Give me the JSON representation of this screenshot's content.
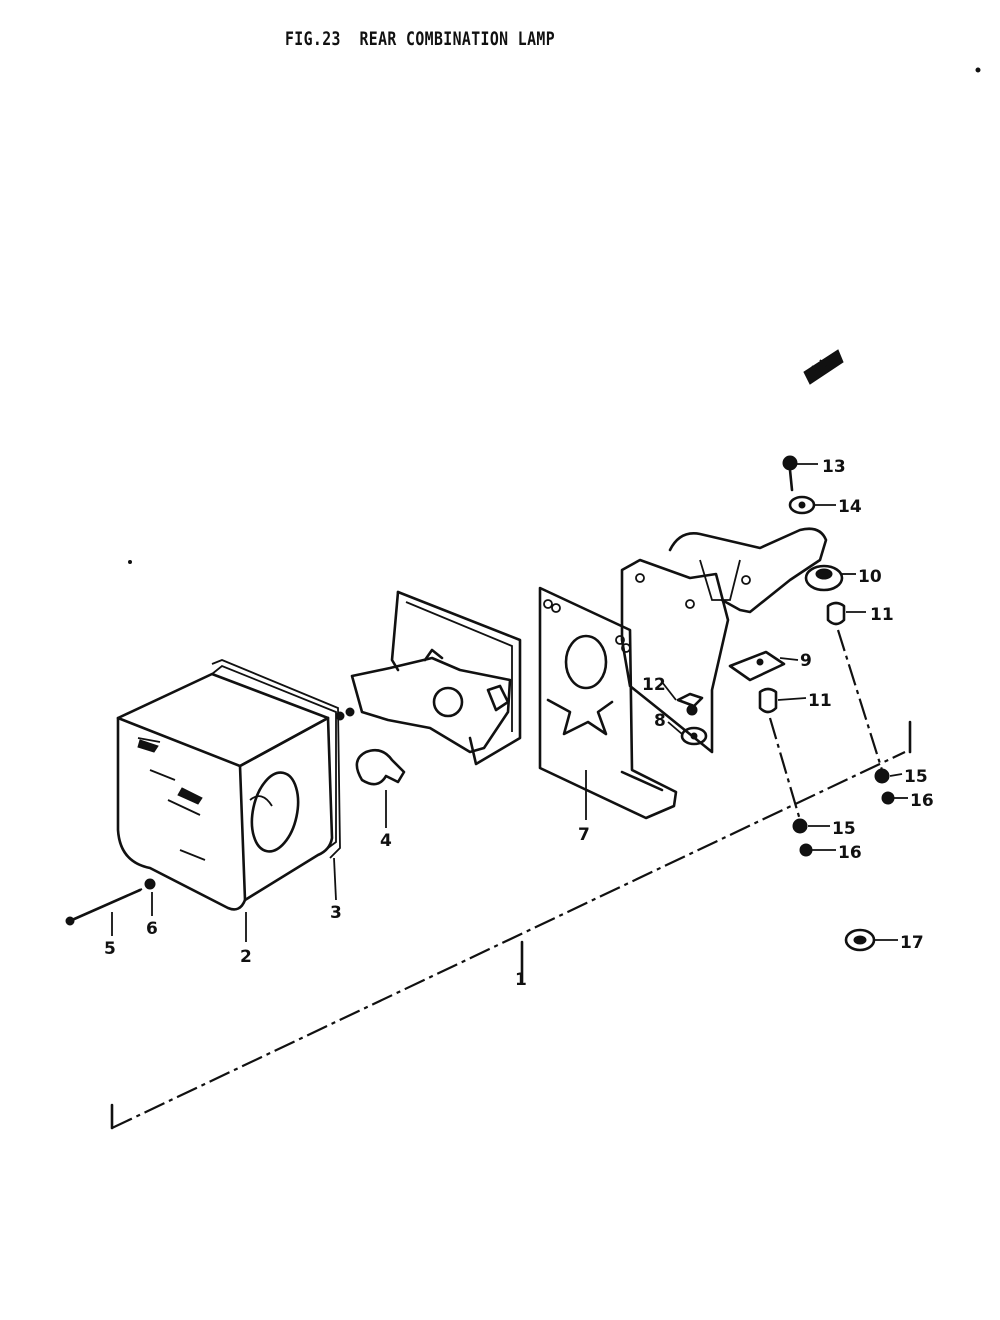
{
  "figure": {
    "title": "FIG.23  REAR COMBINATION LAMP"
  },
  "callouts": [
    {
      "id": "c1",
      "text": "1"
    },
    {
      "id": "c2",
      "text": "2"
    },
    {
      "id": "c3",
      "text": "3"
    },
    {
      "id": "c4",
      "text": "4"
    },
    {
      "id": "c5",
      "text": "5"
    },
    {
      "id": "c6",
      "text": "6"
    },
    {
      "id": "c7",
      "text": "7"
    },
    {
      "id": "c8",
      "text": "8"
    },
    {
      "id": "c9",
      "text": "9"
    },
    {
      "id": "c10",
      "text": "10"
    },
    {
      "id": "c11a",
      "text": "11"
    },
    {
      "id": "c11b",
      "text": "11"
    },
    {
      "id": "c12",
      "text": "12"
    },
    {
      "id": "c13",
      "text": "13"
    },
    {
      "id": "c14",
      "text": "14"
    },
    {
      "id": "c15a",
      "text": "15"
    },
    {
      "id": "c15b",
      "text": "15"
    },
    {
      "id": "c16a",
      "text": "16"
    },
    {
      "id": "c16b",
      "text": "16"
    },
    {
      "id": "c17",
      "text": "17"
    }
  ]
}
